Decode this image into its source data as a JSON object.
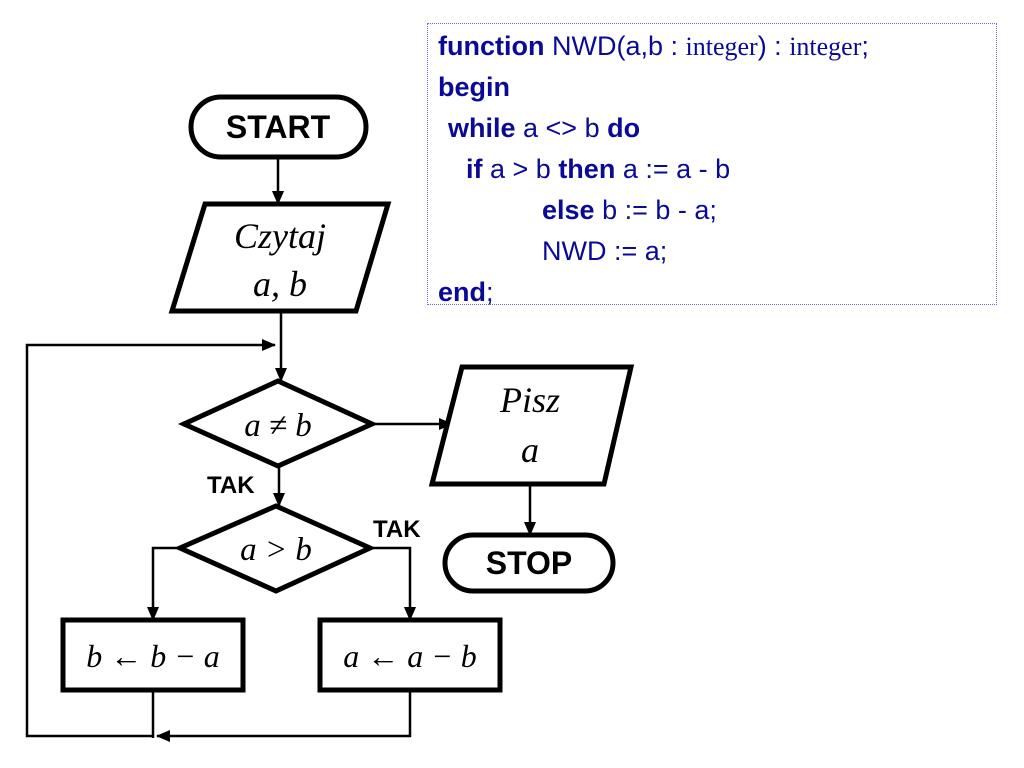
{
  "flowchart": {
    "start": "START",
    "input_line1": "Czytaj",
    "input_line2": "a, b",
    "cond1": "a ≠ b",
    "cond1_yes": "TAK",
    "cond2": "a > b",
    "cond2_yes": "TAK",
    "assign_left": "b ← b − a",
    "assign_right": "a ← a − b",
    "output_line1": "Pisz",
    "output_line2": "a",
    "stop": "STOP"
  },
  "code": {
    "l1_kw": "function",
    "l1_a": " NWD(a,b : ",
    "l1_t1": "integer",
    "l1_b": ") : ",
    "l1_t2": "integer",
    "l1_c": ";",
    "l2_kw": "begin",
    "l3_kw1": "while",
    "l3_a": " a <> b ",
    "l3_kw2": "do",
    "l4_kw1": "if",
    "l4_a": " a > b ",
    "l4_kw2": "then",
    "l4_b": " a := a - b",
    "l5_kw": "else",
    "l5_a": " b := b - a;",
    "l6_a": "NWD := a;",
    "l7_kw": "end",
    "l7_a": ";"
  },
  "colors": {
    "code_text": "#0a0a96",
    "code_border": "#6a6adf",
    "line": "#000000"
  }
}
